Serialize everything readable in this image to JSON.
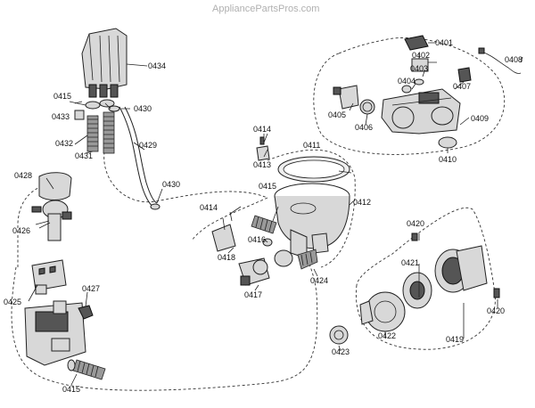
{
  "watermark": "AppliancePartsPros.com",
  "labels": {
    "p0401": "0401",
    "p0402": "0402",
    "p0403": "0403",
    "p0404": "0404",
    "p0405": "0405",
    "p0406": "0406",
    "p0407": "0407",
    "p0408": "0408",
    "p0409": "0409",
    "p0410": "0410",
    "p0411": "0411",
    "p0412": "0412",
    "p0413": "0413",
    "p0414a": "0414",
    "p0414b": "0414",
    "p0415a": "0415",
    "p0415b": "0415",
    "p0415c": "0415",
    "p0416": "0416",
    "p0417": "0417",
    "p0418": "0418",
    "p0419": "0419",
    "p0420a": "0420",
    "p0420b": "0420",
    "p0421": "0421",
    "p0422": "0422",
    "p0423": "0423",
    "p0424": "0424",
    "p0425": "0425",
    "p0426": "0426",
    "p0427": "0427",
    "p0428": "0428",
    "p0429": "0429",
    "p0430a": "0430",
    "p0430b": "0430",
    "p0431": "0431",
    "p0432": "0432",
    "p0433": "0433",
    "p0434": "0434"
  }
}
